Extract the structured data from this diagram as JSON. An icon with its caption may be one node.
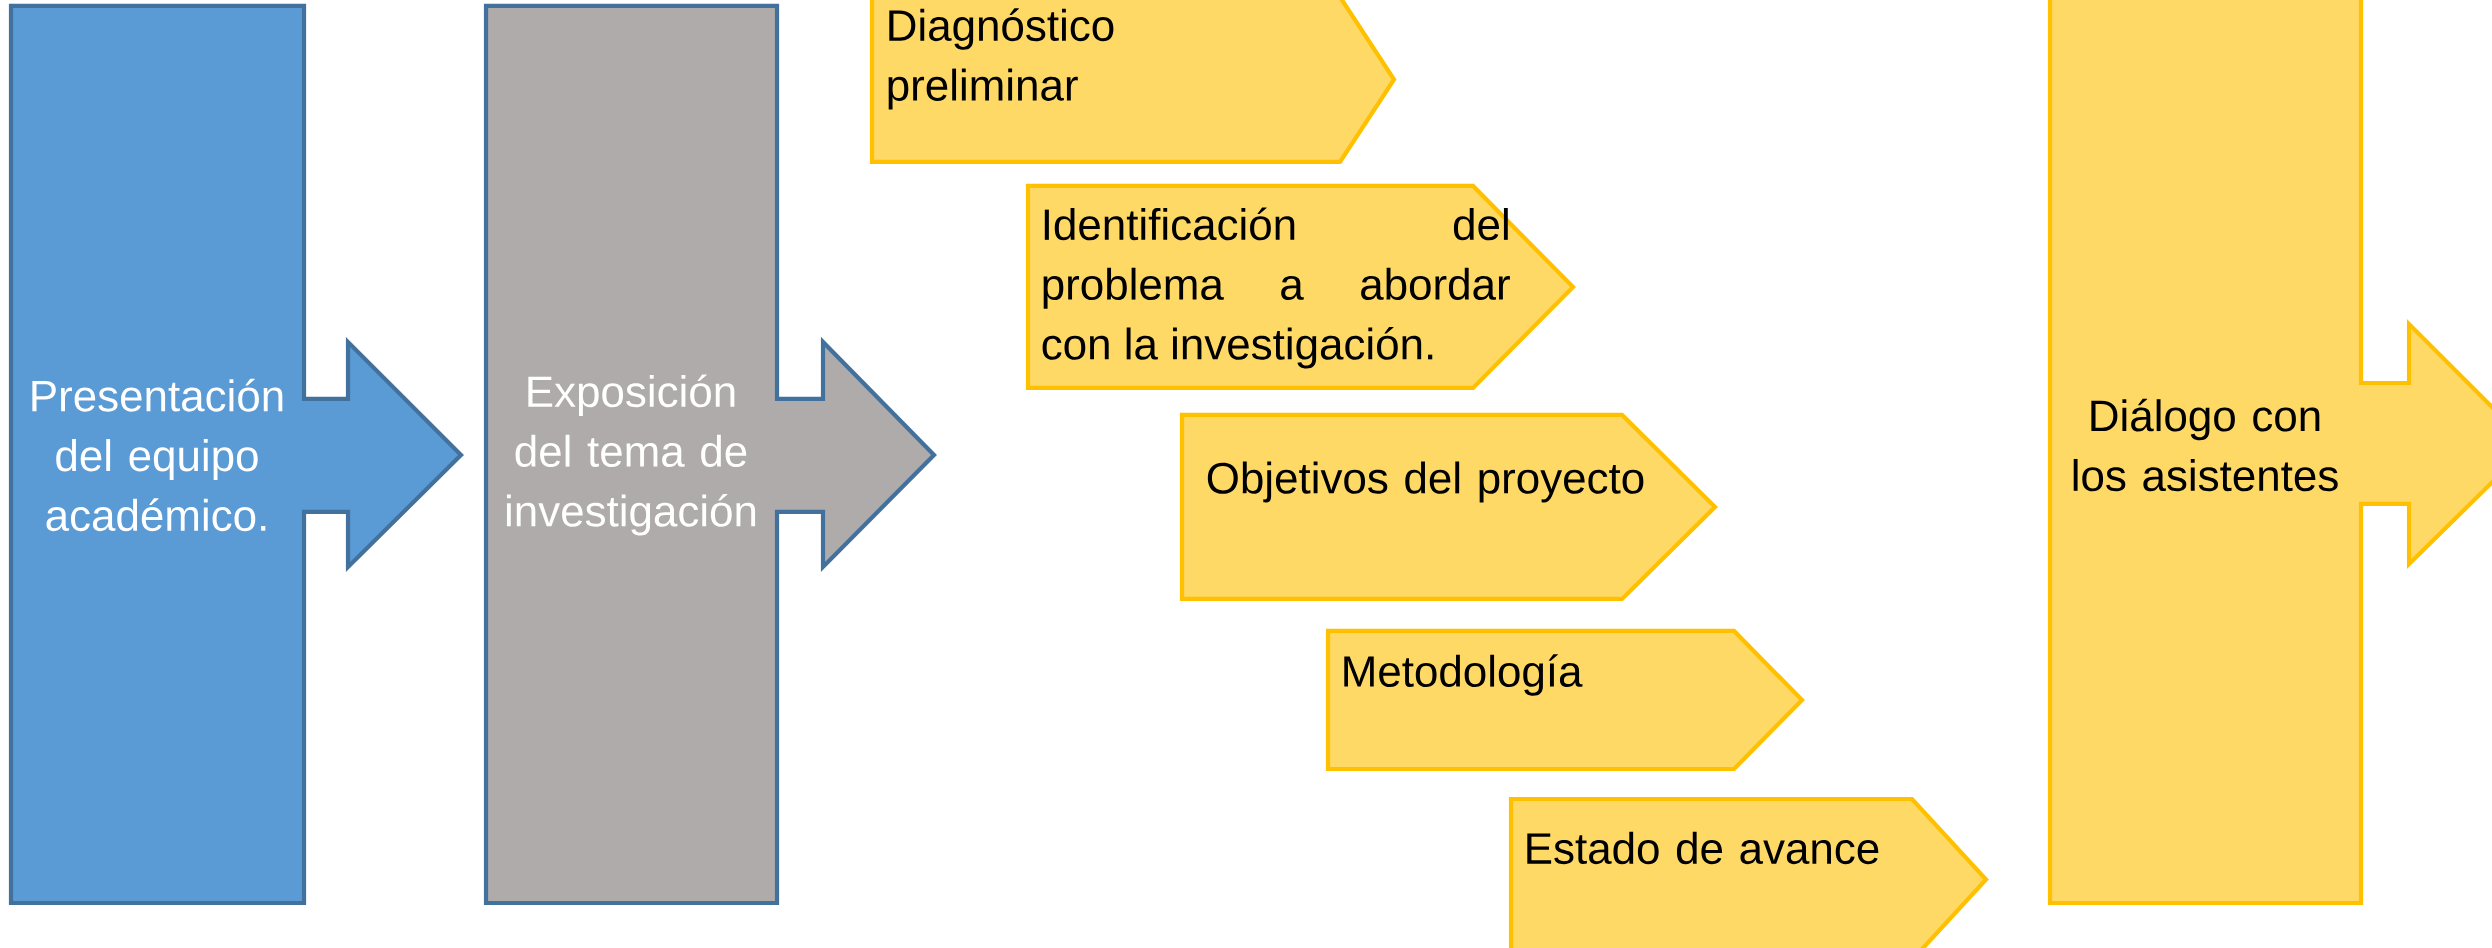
{
  "diagram": {
    "nodes": [
      {
        "text": [
          "Presentación del equipo académico."
        ]
      },
      {
        "text": [
          "Exposición del tema de investigación"
        ]
      },
      {
        "text": [
          "Diagnóstico preliminar"
        ]
      },
      {
        "text": [
          "Identificación del problema a abordar con la investigación."
        ]
      },
      {
        "text": [
          "Objetivos del proyecto"
        ]
      },
      {
        "text": [
          "Metodología"
        ]
      },
      {
        "text": [
          "Estado de avance"
        ]
      },
      {
        "text": [
          "Diálogo con los asistentes"
        ]
      }
    ]
  }
}
